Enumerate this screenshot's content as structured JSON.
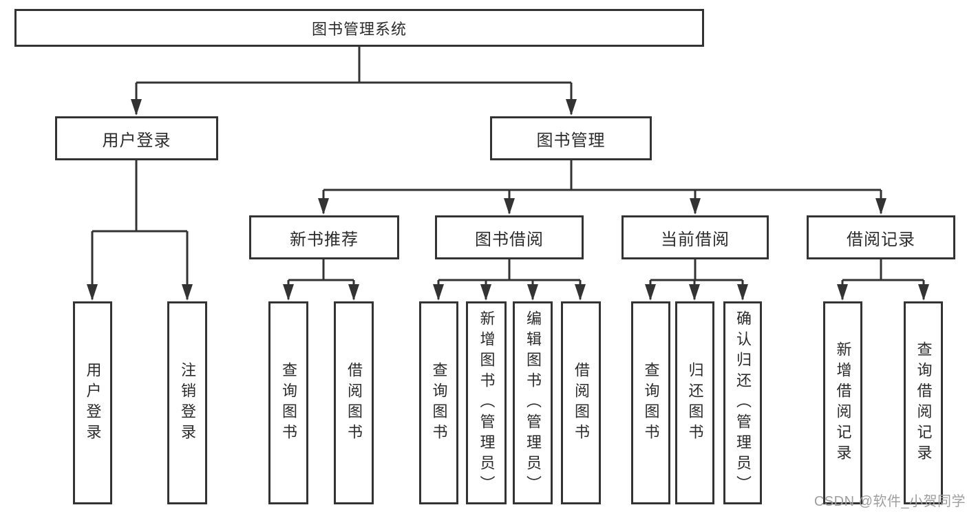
{
  "tree": {
    "label": "图书管理系统",
    "children": [
      {
        "label": "用户登录",
        "children": [
          {
            "label": "用户登录"
          },
          {
            "label": "注销登录"
          }
        ]
      },
      {
        "label": "图书管理",
        "children": [
          {
            "label": "新书推荐",
            "children": [
              {
                "label": "查询图书"
              },
              {
                "label": "借阅图书"
              }
            ]
          },
          {
            "label": "图书借阅",
            "children": [
              {
                "label": "查询图书"
              },
              {
                "label": "新增图书（管理员）"
              },
              {
                "label": "编辑图书（管理员）"
              },
              {
                "label": "借阅图书"
              }
            ]
          },
          {
            "label": "当前借阅",
            "children": [
              {
                "label": "查询图书"
              },
              {
                "label": "归还图书"
              },
              {
                "label": "确认归还（管理员）"
              }
            ]
          },
          {
            "label": "借阅记录",
            "children": [
              {
                "label": "新增借阅记录"
              },
              {
                "label": "查询借阅记录"
              }
            ]
          }
        ]
      }
    ]
  },
  "watermark": {
    "text": "CSDN @软件_小贺同学",
    "color": "#9e9e9e"
  },
  "colors": {
    "line": "#333333",
    "box_border": "#333333",
    "text": "#2b2b2b",
    "background": "#ffffff"
  }
}
